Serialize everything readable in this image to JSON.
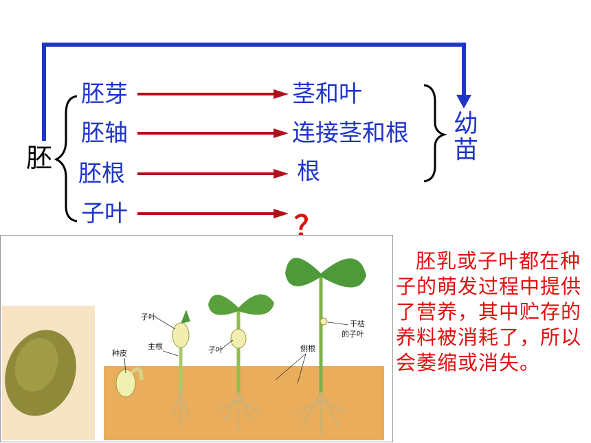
{
  "embryo_label": "胚",
  "parts": [
    {
      "part": "胚芽",
      "becomes": "茎和叶"
    },
    {
      "part": "胚轴",
      "becomes": "连接茎和根"
    },
    {
      "part": "胚根",
      "becomes": "根"
    },
    {
      "part": "子叶",
      "becomes": "？"
    }
  ],
  "seedling_label": [
    "幼",
    "苗"
  ],
  "diagram_labels": {
    "seed_coat": "种皮",
    "cotyledon_1": "子叶",
    "main_root": "主根",
    "cotyledon_2": "子叶",
    "lateral_root": "侧根",
    "withered_cotyledon_1": "干枯",
    "withered_cotyledon_2": "的子叶"
  },
  "explanation": "胚乳或子叶都在种子的萌发过程中提供了营养，其中贮存的养料被消耗了，所以会萎缩或消失。",
  "colors": {
    "text_blue": "#1f35c8",
    "arrow_red": "#b3101c",
    "explain_red": "#e01010",
    "soil": "#e9ad5c"
  }
}
